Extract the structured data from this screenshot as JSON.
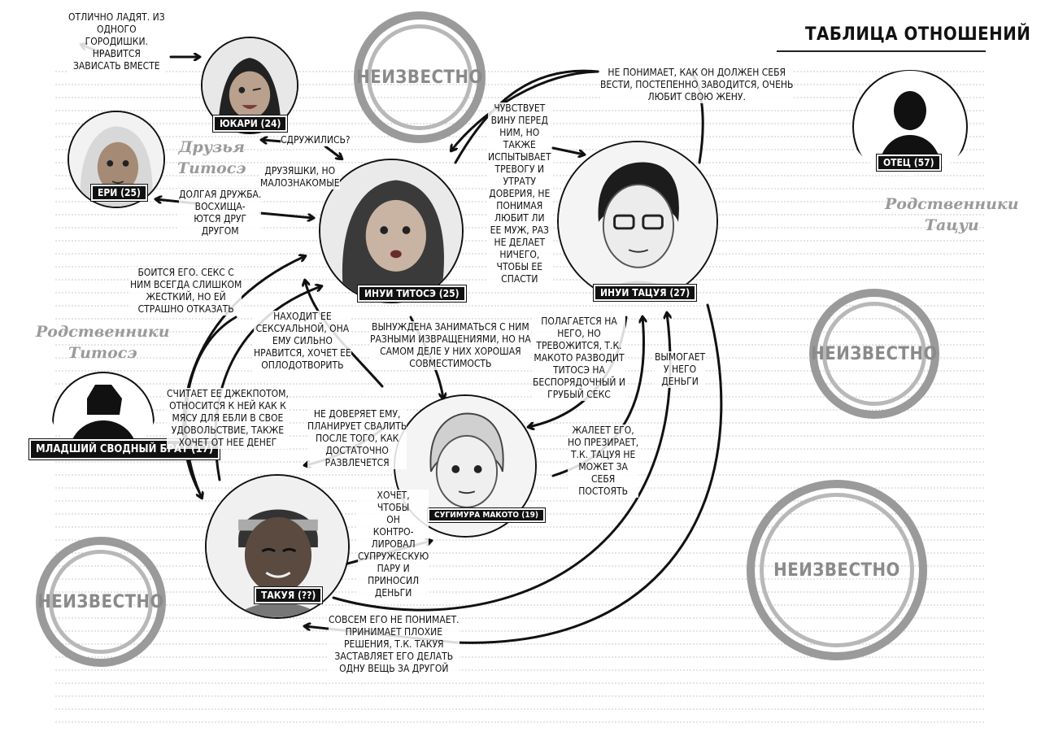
{
  "title": "ТАБЛИЦА ОТНОШЕНИЙ",
  "unknown_label": "НЕИЗВЕСТНО",
  "groups": {
    "friends": [
      "Друзья",
      "Титосэ"
    ],
    "tatsuya_relatives": [
      "Родственники",
      "Тацуи"
    ],
    "titose_relatives": [
      "Родственники",
      "Титосэ"
    ]
  },
  "characters": {
    "yukari": "ЮКАРИ (24)",
    "eri": "ЕРИ (25)",
    "titose": "ИНУИ ТИТОСЭ (25)",
    "tatsuya": "ИНУИ ТАЦУЯ (27)",
    "father": "ОТЕЦ (57)",
    "brother": "МЛАДШИЙ СВОДНЫЙ БРАТ (17)",
    "makoto": "СУГИМУРА МАКОТО (19)",
    "takuya": "ТАКУЯ (??)"
  },
  "notes": {
    "yukari_eri": "ОТЛИЧНО ЛАДЯТ. ИЗ\nОДНОГО\nГОРОДИШКИ.\nНРАВИТСЯ\nЗАВИСАТЬ ВМЕСТЕ",
    "made_up": "СДРУЖИЛИСЬ?",
    "acquaint": "ДРУЗЯШКИ, НО\nМАЛОЗНАКОМЫЕ",
    "long_friend": "ДОЛГАЯ ДРУЖБА.\nВОСХИЩА-\nЮТСЯ ДРУГ\nДРУГОМ",
    "guilt": "ЧУВСТВУЕТ\nВИНУ ПЕРЕД\nНИМ, НО\nТАКЖЕ\nИСПЫТЫВАЕТ\nТРЕВОГУ И\nУТРАТУ\nДОВЕРИЯ, НЕ\nПОНИМАЯ\nЛЮБИТ ЛИ\nЕЕ МУЖ, РАЗ\nНЕ ДЕЛАЕТ\nНИЧЕГО,\nЧТОБЫ ЕЕ\nСПАСТИ",
    "tatsuya_top": "НЕ ПОНИМАЕТ, КАК ОН ДОЛЖЕН СЕБЯ\nВЕСТИ, ПОСТЕПЕННО ЗАВОДИТСЯ, ОЧЕНЬ\nЛЮБИТ СВОЮ ЖЕНУ.",
    "afraid": "БОИТСЯ ЕГО. СЕКС С\nНИМ ВСЕГДА СЛИШКОМ\nЖЕСТКИЙ, НО ЕЙ\nСТРАШНО ОТКАЗАТЬ",
    "finds_sexy": "НАХОДИТ ЕЕ\nСЕКСУАЛЬНОЙ, ОНА\nЕМУ СИЛЬНО\nНРАВИТСЯ, ХОЧЕТ ЕЕ\nОПЛОДОТВОРИТЬ",
    "forced": "ВЫНУЖДЕНА ЗАНИМАТЬСЯ С НИМ\nРАЗНЫМИ ИЗВРАЩЕНИЯМИ, НО НА\nСАМОМ ДЕЛЕ У НИХ ХОРОШАЯ\nСОВМЕСТИМОСТЬ",
    "relies": "ПОЛАГАЕТСЯ НА\nНЕГО, НО\nТРЕВОЖИТСЯ, Т.К.\nМАКОТО РАЗВОДИТ\nТИТОСЭ НА\nБЕСПОРЯДОЧНЫЙ И\nГРУБЫЙ СЕКС",
    "extorts": "ВЫМОГАЕТ\nУ НЕГО\nДЕНЬГИ",
    "jackpot": "СЧИТАЕТ ЕЕ ДЖЕКПОТОМ,\nОТНОСИТСЯ К НЕЙ КАК К\nМЯСУ ДЛЯ ЕБЛИ В СВОЕ\nУДОВОЛЬСТВИЕ, ТАКЖЕ\nХОЧЕТ ОТ НЕЕ ДЕНЕГ",
    "distrust": "НЕ ДОВЕРЯЕТ ЕМУ,\nПЛАНИРУЕТ СВАЛИТЬ\nПОСЛЕ ТОГО, КАК\nДОСТАТОЧНО\nРАЗВЛЕЧЕТСЯ",
    "pities": "ЖАЛЕЕТ ЕГО,\nНО ПРЕЗИРАЕТ,\nТ.К. ТАЦУЯ НЕ\nМОЖЕТ ЗА\nСЕБЯ\nПОСТОЯТЬ",
    "wants_control": "ХОЧЕТ,\nЧТОБЫ\nОН\nКОНТРО-\nЛИРОВАЛ\nСУПРУЖЕСКУЮ\nПАРУ И\nПРИНОСИЛ\nДЕНЬГИ",
    "no_understand": "СОВСЕМ ЕГО НЕ ПОНИМАЕТ.\nПРИНИМАЕТ ПЛОХИЕ\nРЕШЕНИЯ, Т.К. ТАКУЯ\nЗАСТАВЛЯЕТ ЕГО ДЕЛАТЬ\nОДНУ ВЕЩЬ ЗА ДРУГОЙ"
  }
}
